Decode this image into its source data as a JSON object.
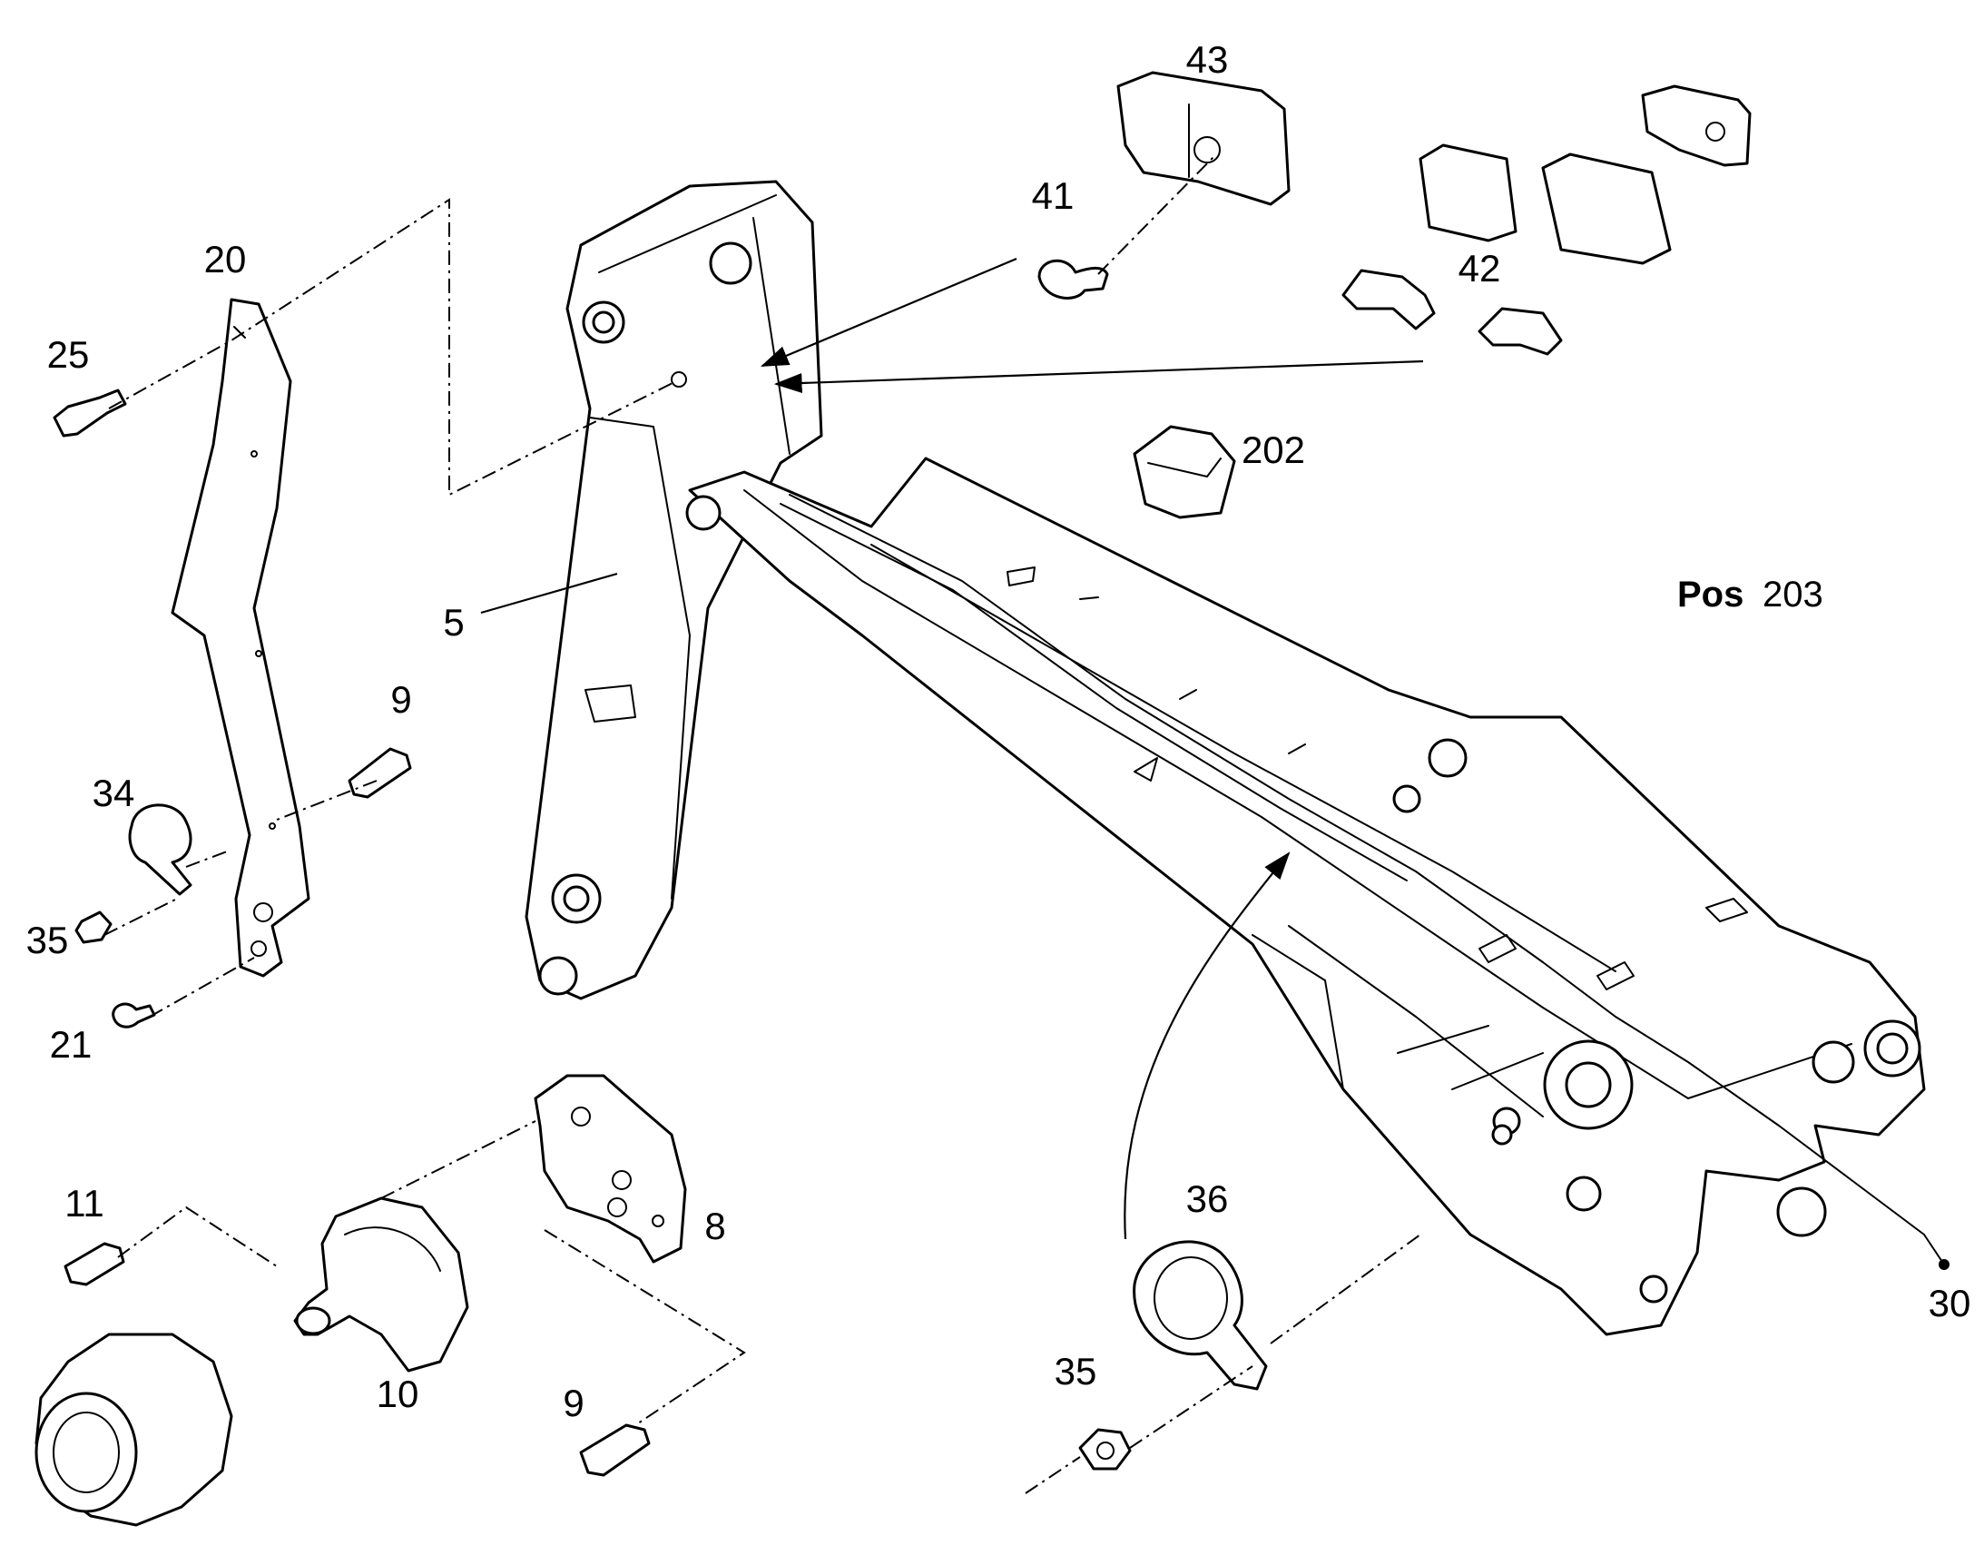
{
  "figure": {
    "pos_prefix": "Pos",
    "pos_number": "203"
  },
  "callouts": [
    {
      "id": "43",
      "text": "43"
    },
    {
      "id": "41",
      "text": "41"
    },
    {
      "id": "42",
      "text": "42"
    },
    {
      "id": "202",
      "text": "202"
    },
    {
      "id": "20",
      "text": "20"
    },
    {
      "id": "25",
      "text": "25"
    },
    {
      "id": "5",
      "text": "5"
    },
    {
      "id": "9a",
      "text": "9"
    },
    {
      "id": "34",
      "text": "34"
    },
    {
      "id": "35a",
      "text": "35"
    },
    {
      "id": "21",
      "text": "21"
    },
    {
      "id": "11",
      "text": "11"
    },
    {
      "id": "8",
      "text": "8"
    },
    {
      "id": "10",
      "text": "10"
    },
    {
      "id": "9b",
      "text": "9"
    },
    {
      "id": "36",
      "text": "36"
    },
    {
      "id": "35b",
      "text": "35"
    },
    {
      "id": "30",
      "text": "30"
    }
  ]
}
